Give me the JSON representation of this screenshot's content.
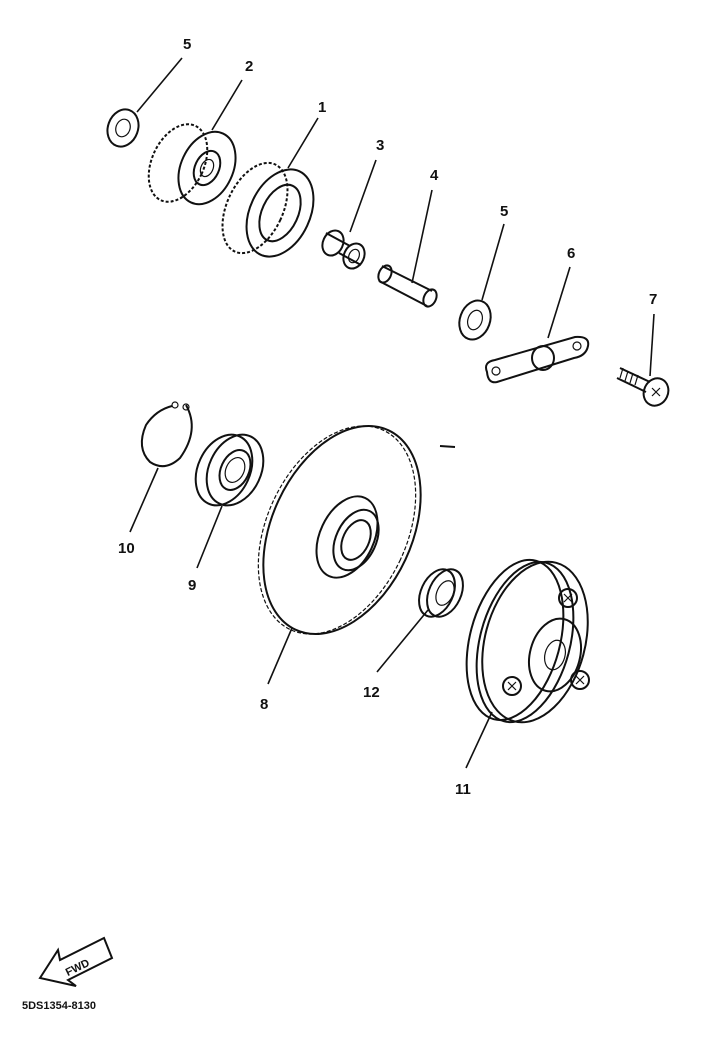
{
  "callouts": {
    "c1": "1",
    "c2": "2",
    "c3": "3",
    "c4": "4",
    "c5a": "5",
    "c5b": "5",
    "c6": "6",
    "c7": "7",
    "c8": "8",
    "c9": "9",
    "c10": "10",
    "c11": "11",
    "c12": "12"
  },
  "fwd_label": "FWD",
  "drawing_code": "5DS1354-8130",
  "icons": {
    "fwd": "fwd-arrow-icon"
  }
}
